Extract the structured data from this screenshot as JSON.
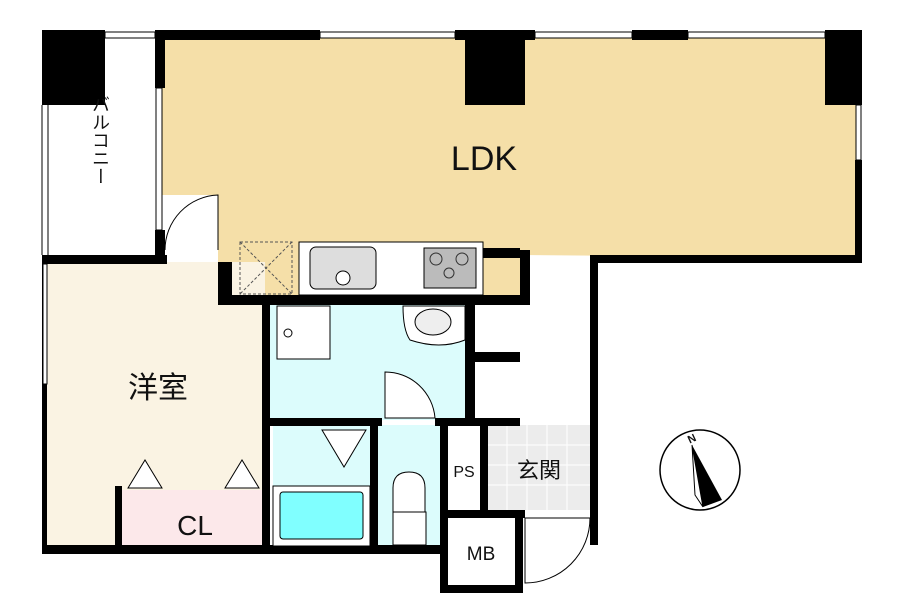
{
  "rooms": {
    "ldk": "LDK",
    "balcony": "バルコニー",
    "western_room": "洋室",
    "closet": "CL",
    "pipe_space": "PS",
    "entrance": "玄関",
    "meter_box": "MB"
  },
  "compass": {
    "north_label": "N"
  },
  "colors": {
    "ldk": "#f5dfa8",
    "western_room": "#faf3e3",
    "closet": "#fce8ea",
    "wet_area": "#dcfcfc",
    "bathtub": "#80ffff",
    "entrance": "#ececec",
    "wall": "#000000"
  }
}
